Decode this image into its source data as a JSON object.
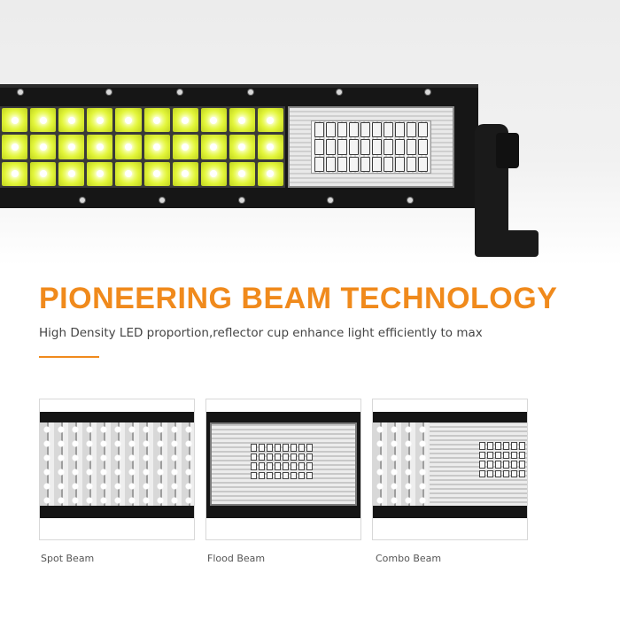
{
  "headline": "PIONEERING BEAM TECHNOLOGY",
  "subtext": "High Density LED proportion,reflector cup enhance light efficiently to max",
  "colors": {
    "accent": "#f08a1c",
    "led": "#e2f53a",
    "housing": "#161616"
  },
  "beams": [
    {
      "label": "Spot Beam",
      "image": "spot-beam-lightbar"
    },
    {
      "label": "Flood Beam",
      "image": "flood-beam-lightbar"
    },
    {
      "label": "Combo Beam",
      "image": "combo-beam-lightbar"
    }
  ]
}
